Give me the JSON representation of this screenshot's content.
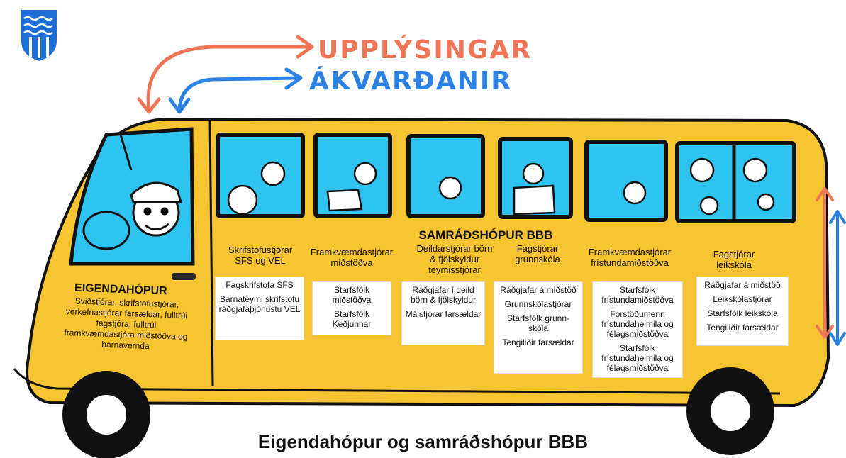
{
  "logo": {
    "icon": "municipal-crest-icon",
    "color": "#1d6fd6"
  },
  "header": {
    "information_label": "UPPLÝSINGAR",
    "decisions_label": "ÁKVARÐANIR",
    "information_color": "#f07456",
    "decisions_color": "#2b82e4"
  },
  "bus": {
    "body_color": "#f6c331",
    "window_color": "#2fc3f2"
  },
  "owner_group": {
    "title": "EIGENDAHÓPUR",
    "description": "Sviðstjórar, skrifstofustjórar, verkefnastjórar farsældar, fulltrúi fagstjóra, fulltrúi framkvæmdastjóra miðstöðva og barnavernda"
  },
  "consultation_group": {
    "title": "SAMRÁÐSHÓPUR BBB",
    "columns": [
      {
        "heading": "Skrifstofustjórar SFS og VEL",
        "items": [
          "Fagskrifstofa SFS",
          "Barnateymi skrifstofu ráðgjafaþjónustu VEL"
        ]
      },
      {
        "heading": "Framkvæmdastjórar miðstöðva",
        "items": [
          "Starfsfólk miðstöðva",
          "Starfsfólk Keðjunnar"
        ]
      },
      {
        "heading": "Deildarstjórar börn & fjölskyldur teymisstjórar",
        "items": [
          "Ráðgjafar í deild börn & fjölskyldur",
          "Málstjórar farsældar"
        ]
      },
      {
        "heading": "Fagstjórar grunnskóla",
        "items": [
          "Ráðgjafar á miðstöð",
          "Grunnskólastjórar",
          "Starfsfólk grunn-skóla",
          "Tengiliðir farsældar"
        ]
      },
      {
        "heading": "Framkvæmdastjórar frístundamiðstöðva",
        "items": [
          "Starfsfólk frístundamiðstöðva",
          "Forstöðumenn frístundaheimila og félagsmiðstöðva",
          "Starfsfólk frístundaheimila og félagsmiðstöðva"
        ]
      },
      {
        "heading": "Fagstjórar leikskóla",
        "items": [
          "Ráðgjafar á miðstöð",
          "Leikskólastjórar",
          "Starfsfólk leikskóla",
          "Tengiliðir farsældar"
        ]
      }
    ]
  },
  "caption": "Eigendahópur og samráðshópur BBB"
}
